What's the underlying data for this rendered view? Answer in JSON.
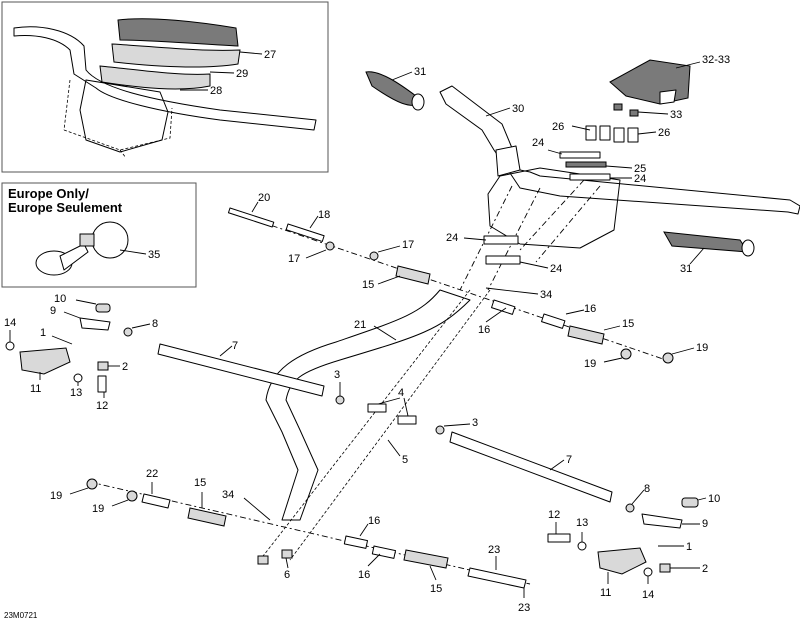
{
  "inset_label": {
    "line1": "Europe Only/",
    "line2": "Europe Seulement"
  },
  "drawing_code": "23M0721",
  "callouts": {
    "c27": "27",
    "c29": "29",
    "c28": "28",
    "c31a": "31",
    "c30": "30",
    "c3233": "32-33",
    "c33": "33",
    "c26a": "26",
    "c26b": "26",
    "c24a": "24",
    "c25": "25",
    "c24b": "24",
    "c24c": "24",
    "c24d": "24",
    "c31b": "31",
    "c20": "20",
    "c18": "18",
    "c17a": "17",
    "c17b": "17",
    "c15a": "15",
    "c34a": "34",
    "c16a": "16",
    "c16b": "16",
    "c15b": "15",
    "c19a": "19",
    "c19b": "19",
    "c10a": "10",
    "c9a": "9",
    "c8a": "8",
    "c14a": "14",
    "c1a": "1",
    "c2a": "2",
    "c11a": "11",
    "c13a": "13",
    "c12a": "12",
    "c7a": "7",
    "c21": "21",
    "c3a": "3",
    "c4": "4",
    "c3b": "3",
    "c5": "5",
    "c7b": "7",
    "c22": "22",
    "c15c": "15",
    "c19c": "19",
    "c19d": "19",
    "c34b": "34",
    "c16c": "16",
    "c16d": "16",
    "c15d": "15",
    "c23a": "23",
    "c23b": "23",
    "c6": "6",
    "c8b": "8",
    "c10b": "10",
    "c12b": "12",
    "c13b": "13",
    "c9b": "9",
    "c1b": "1",
    "c2b": "2",
    "c11b": "11",
    "c14b": "14",
    "c35": "35"
  }
}
